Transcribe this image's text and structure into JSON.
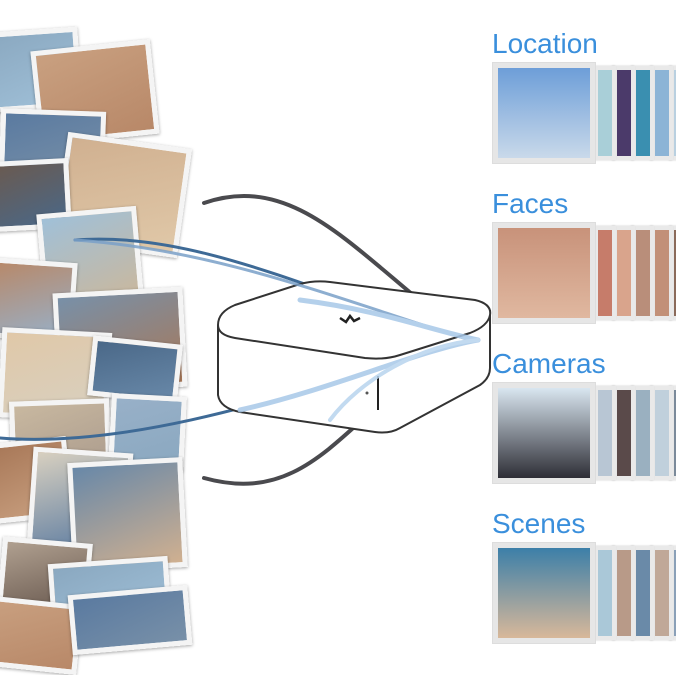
{
  "accent_color": "#3a8fdc",
  "categories": [
    {
      "label": "Location",
      "main_colors": [
        "#6d9ed8",
        "#c9d9ea"
      ],
      "slivers": [
        "#a9cfd8",
        "#4b3a6a",
        "#3a8fb0",
        "#8cb4d6",
        "#b9d0e0"
      ]
    },
    {
      "label": "Faces",
      "main_colors": [
        "#c8927a",
        "#e0b8a0"
      ],
      "slivers": [
        "#c67c6a",
        "#d9a48c",
        "#b98e7a",
        "#c29078",
        "#8a6a5a"
      ]
    },
    {
      "label": "Cameras",
      "main_colors": [
        "#d9e6f0",
        "#2e2e36"
      ],
      "slivers": [
        "#b8c6d4",
        "#5a4a4a",
        "#9ab0c0",
        "#c0d0dc",
        "#7b8a9a"
      ]
    },
    {
      "label": "Scenes",
      "main_colors": [
        "#3c7fa8",
        "#d8b89a"
      ],
      "slivers": [
        "#aac8d8",
        "#b89a88",
        "#6a8aa8",
        "#c0a898",
        "#8aa0b8"
      ]
    }
  ],
  "pile_colors": [
    "#8aa8c0",
    "#c9a080",
    "#5a7aa0",
    "#d0b090",
    "#6a5a50",
    "#a0c0d8",
    "#b88868",
    "#7890a8",
    "#e0c8a8",
    "#4a6888",
    "#c8b8a0",
    "#98b0c8",
    "#a87858",
    "#d8d0c0",
    "#6888a8",
    "#b0a090"
  ]
}
